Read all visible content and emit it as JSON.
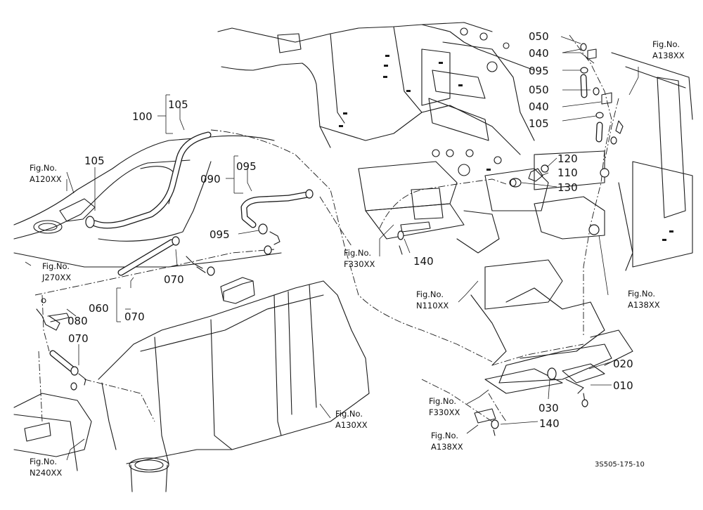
{
  "diagram": {
    "part_numbers": {
      "p100": "100",
      "p105_top": "105",
      "p105_left": "105",
      "p105_right": "105",
      "p090": "090",
      "p095_a": "095",
      "p095_b": "095",
      "p095_c": "095",
      "p070_a": "070",
      "p070_b": "070",
      "p070_c": "070",
      "p060": "060",
      "p080": "080",
      "p050_a": "050",
      "p050_b": "050",
      "p040_a": "040",
      "p040_b": "040",
      "p120": "120",
      "p110": "110",
      "p130": "130",
      "p140_a": "140",
      "p140_b": "140",
      "p020": "020",
      "p010": "010",
      "p030": "030"
    },
    "figure_refs": {
      "fig_label": "Fig.No.",
      "a120": "A120XX",
      "j270": "J270XX",
      "f330_a": "F330XX",
      "n110": "N110XX",
      "a138_a": "A138XX",
      "a138_b": "A138XX",
      "f330_b": "F330XX",
      "a138_c": "A138XX",
      "a130": "A130XX",
      "n240": "N240XX"
    },
    "drawing_code": "3S505-175-10"
  }
}
